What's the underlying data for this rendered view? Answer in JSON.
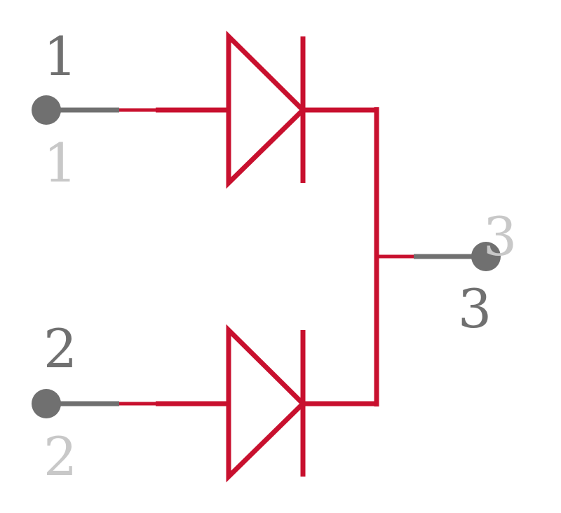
{
  "colors": {
    "wire": "#C8102E",
    "pin": "#707070",
    "pin_number": "#707070",
    "pad_number": "#C8C8C8",
    "background": "#FFFFFF"
  },
  "pins": [
    {
      "number": "1",
      "pad": "1"
    },
    {
      "number": "2",
      "pad": "2"
    },
    {
      "number": "3",
      "pad": "3"
    }
  ]
}
